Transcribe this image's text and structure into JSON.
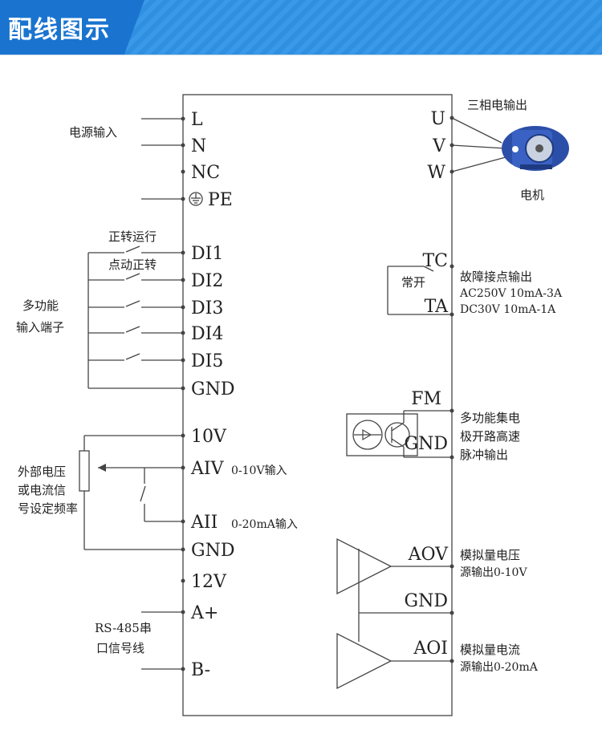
{
  "header": {
    "title": "配线图示"
  },
  "terminals_left": {
    "l": "L",
    "n": "N",
    "nc": "NC",
    "pe": "PE",
    "di1": "DI1",
    "di2": "DI2",
    "di3": "DI3",
    "di4": "DI4",
    "di5": "DI5",
    "gnd1": "GND",
    "v10": "10V",
    "aiv": "AIV",
    "aii": "AII",
    "gnd2": "GND",
    "v12": "12V",
    "a_plus": "A+",
    "b_minus": "B-"
  },
  "terminals_right": {
    "u": "U",
    "v": "V",
    "w": "W",
    "tc": "TC",
    "ta": "TA",
    "fm": "FM",
    "gnd_fm": "GND",
    "aov": "AOV",
    "gnd_ao": "GND",
    "aoi": "AOI"
  },
  "labels": {
    "power_input": "电源输入",
    "forward_run": "正转运行",
    "jog_forward": "点动正转",
    "multi_func_1": "多功能",
    "multi_func_2": "输入端子",
    "aiv_range": "0-10V输入",
    "aii_range": "0-20mA输入",
    "ext_1": "外部电压",
    "ext_2": "或电流信",
    "ext_3": "号设定频率",
    "rs485_1": "RS-485串",
    "rs485_2": "口信号线",
    "three_phase": "三相电输出",
    "motor": "电机",
    "normally_open": "常开",
    "fault_1": "故障接点输出",
    "fault_2": "AC250V  10mA-3A",
    "fault_3": "DC30V  10mA-1A",
    "oc_1": "多功能集电",
    "oc_2": "极开路高速",
    "oc_3": "脉冲输出",
    "aov_1": "模拟量电压",
    "aov_2": "源输出0-10V",
    "aoi_1": "模拟量电流",
    "aoi_2": "源输出0-20mA"
  },
  "colors": {
    "header_bg": "#2f8fe0",
    "header_tab": "#1a74cf",
    "motor_body": "#2b4fa8",
    "line": "#444444"
  }
}
